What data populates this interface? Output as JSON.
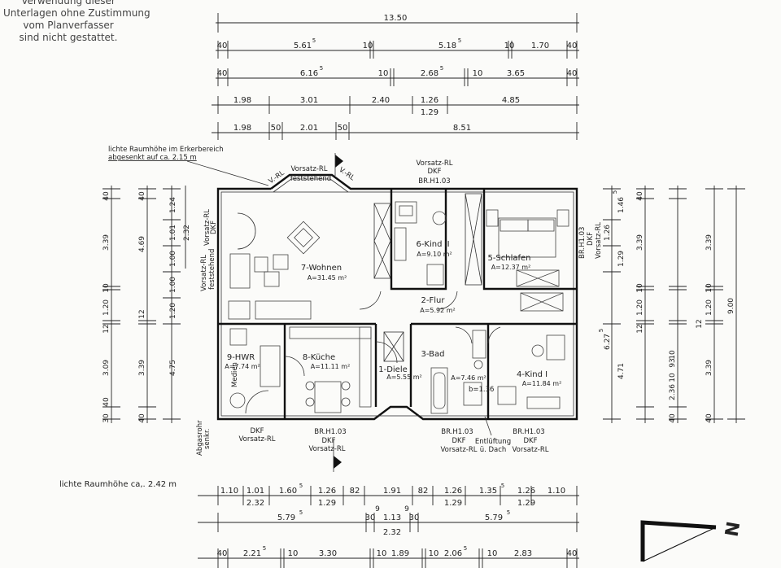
{
  "disclaimer": [
    "Verwendung dieser",
    "Unterlagen ohne Zustimmung",
    "vom Planverfasser",
    "sind nicht gestattet."
  ],
  "top_dims": {
    "row1": [
      "13.50"
    ],
    "row2": [
      "40",
      "5.61",
      "5",
      "10",
      "5.18",
      "5",
      "10",
      "1.70",
      "40"
    ],
    "row3": [
      "40",
      "6.16",
      "5",
      "10",
      "2.68",
      "5",
      "10",
      "3.65",
      "40"
    ],
    "row4": [
      "1.98",
      "3.01",
      "2.40",
      "1.26",
      "1.29",
      "4.85"
    ],
    "row5": [
      "1.98",
      "50",
      "2.01",
      "50",
      "8.51"
    ]
  },
  "bottom_dims": {
    "row1": [
      "1.10",
      "1.01",
      "1.60",
      "5",
      "1.26",
      "82",
      "1.91",
      "82",
      "1.26",
      "1.35",
      "5",
      "1.26",
      "1.10"
    ],
    "row1_sub": [
      "2.32",
      "1.29",
      "1.29",
      "1.29"
    ],
    "row2": [
      "5.79",
      "5",
      "30",
      "9",
      "1.13",
      "9",
      "30",
      "5.79",
      "5"
    ],
    "row2_sub": [
      "2.32"
    ],
    "row3": [
      "40",
      "2.21",
      "5",
      "10",
      "3.30",
      "10",
      "1.89",
      "10",
      "2.06",
      "5",
      "10",
      "2.83",
      "40"
    ]
  },
  "left_dims": {
    "col1": [
      "40",
      "3.39",
      "10",
      "1.20",
      "12",
      "3.09",
      "40",
      "30"
    ],
    "col2": [
      "40",
      "4.69",
      "12",
      "3.39",
      "40"
    ],
    "col3": [
      "1.24",
      "1.01",
      "1.00",
      "1.00",
      "1.20",
      "4.75"
    ],
    "col4": [
      "2.32"
    ]
  },
  "right_dims": {
    "col1": [
      "1.46",
      "5",
      "1.26",
      "1.29",
      "6.27",
      "5",
      "4.71"
    ],
    "col2": [
      "40",
      "3.39",
      "10",
      "1.20",
      "12",
      "10",
      "93",
      "10",
      "2.36",
      "40"
    ],
    "col3": [
      "3.39",
      "10",
      "1.20",
      "12",
      "3.39",
      "40"
    ],
    "col4": [
      "9.00"
    ]
  },
  "rooms": [
    {
      "name": "7-Wohnen",
      "area": "A=31.45 m²"
    },
    {
      "name": "6-Kind II",
      "area": "A=9.10 m²"
    },
    {
      "name": "5-Schlafen",
      "area": "A=12.37 m²"
    },
    {
      "name": "2-Flur",
      "area": "A=5.92 m²"
    },
    {
      "name": "9-HWR",
      "area": "A=7.74 m²"
    },
    {
      "name": "8-Küche",
      "area": "A=11.11 m²"
    },
    {
      "name": "1-Diele",
      "area": "A=5.55 m²"
    },
    {
      "name": "3-Bad",
      "area": "A=7.46 m²"
    },
    {
      "name": "4-Kind I",
      "area": "A=11.84 m²"
    }
  ],
  "labels": {
    "erker_note": [
      "lichte Raumhöhe im Erkerbereich",
      "abgesenkt auf ca. 2.15 m"
    ],
    "vorsatz_rl_festst": [
      "Vorsatz-RL",
      "feststehend"
    ],
    "vrl": "V.-RL",
    "vrl2": "V.-RL",
    "top_window": [
      "Vorsatz-RL",
      "DKF",
      "BR.H1.03"
    ],
    "left_window": [
      "Vorsatz-RL",
      "DKF",
      "Vorsatz-RL",
      "feststehend"
    ],
    "right_window": [
      "BR.H1.03",
      "DKF",
      "Vorsatz-RL"
    ],
    "hwr_window": [
      "DKF",
      "Vorsatz-RL"
    ],
    "kueche_window": [
      "BR.H1.03",
      "DKF",
      "Vorsatz-RL"
    ],
    "bad_window": [
      "BR.H1.03",
      "DKF",
      "Vorsatz-RL"
    ],
    "kind1_window": [
      "BR.H1.03",
      "DKF",
      "Vorsatz-RL"
    ],
    "entlueftung": [
      "Entlüftung",
      "ü. Dach"
    ],
    "abgasrohr": [
      "Abgasrohr",
      "senkr."
    ],
    "medien": "Medien",
    "bad_dim": "b=1.36",
    "ceiling_height": "lichte Raumhöhe ca,. 2.42 m",
    "north": "N"
  }
}
